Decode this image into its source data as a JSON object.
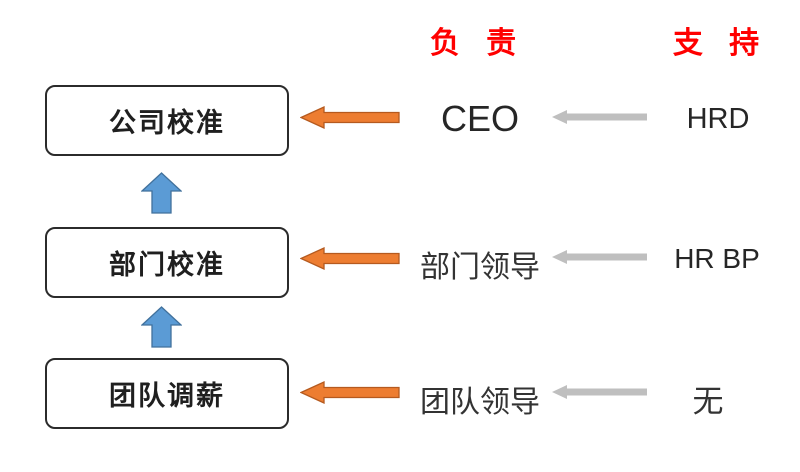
{
  "diagram": {
    "headers": {
      "responsible": "负 责",
      "support": "支 持"
    },
    "rows": [
      {
        "stage": "公司校准",
        "responsible": "CEO",
        "support": "HRD"
      },
      {
        "stage": "部门校准",
        "responsible": "部门领导",
        "support": "HR BP"
      },
      {
        "stage": "团队调薪",
        "responsible": "团队领导",
        "support": "无"
      }
    ],
    "colors": {
      "header_red": "#FF0000",
      "orange_arrow_fill": "#ED7D31",
      "orange_arrow_border": "#B55A1F",
      "blue_arrow_fill": "#5B9BD5",
      "blue_arrow_border": "#41719C",
      "gray_arrow_fill": "#BFBFBF",
      "box_border": "#2b2b2b"
    }
  }
}
